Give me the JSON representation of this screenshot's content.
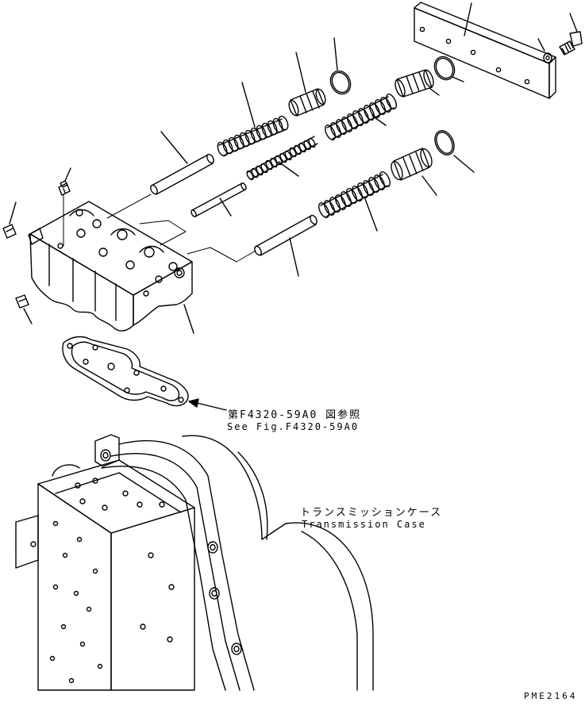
{
  "colors": {
    "line": "#000000",
    "paper": "#ffffff"
  },
  "labels": {
    "ref_jp": "第F4320-59A0 図参照",
    "ref_en": "See Fig.F4320-59A0",
    "case_jp": "トランスミッションケース",
    "case_en": "Transmission Case",
    "drawing_no": "PME2164"
  }
}
